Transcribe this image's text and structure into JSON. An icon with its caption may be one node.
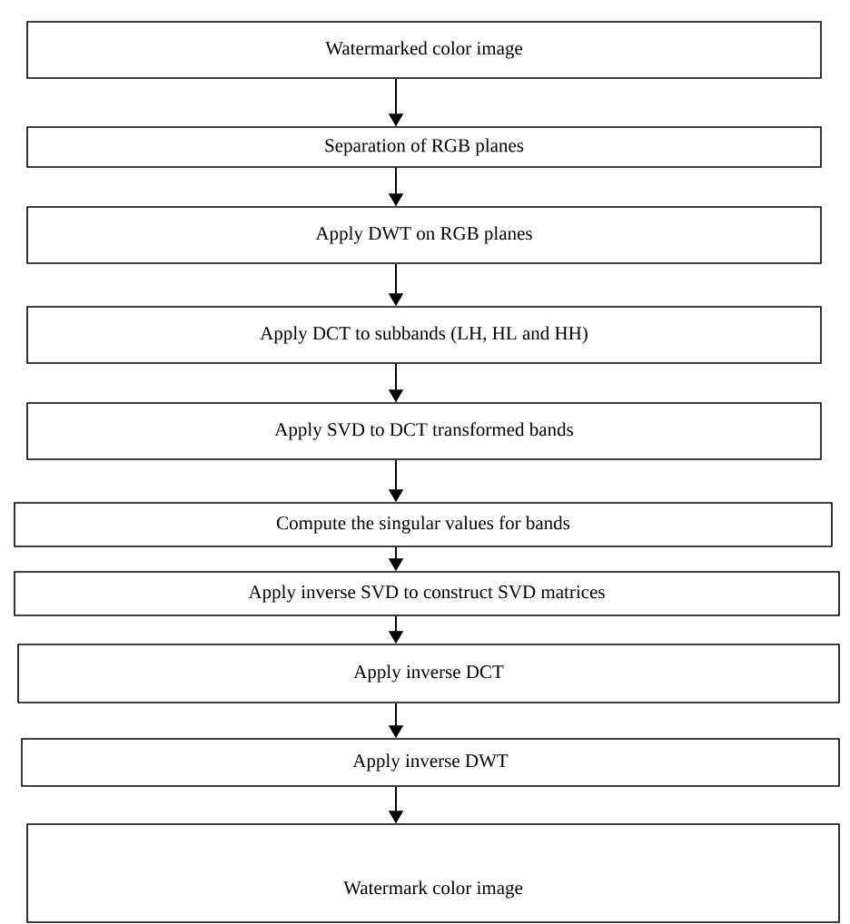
{
  "diagram": {
    "nodes": [
      {
        "text": [
          "Watermarked color image"
        ]
      },
      {
        "text": [
          "Separation of RGB planes"
        ]
      },
      {
        "text": [
          "Apply DWT on RGB planes"
        ]
      },
      {
        "text": [
          "Apply DCT to subbands (LH, HL and HH)"
        ]
      },
      {
        "text": [
          "Apply SVD to DCT transformed bands"
        ]
      },
      {
        "text": [
          "Compute the singular values for bands"
        ]
      },
      {
        "text": [
          "Apply inverse SVD to construct SVD matrices"
        ]
      },
      {
        "text": [
          "Apply inverse DCT"
        ]
      },
      {
        "text": [
          "Apply inverse DWT"
        ]
      },
      {
        "text": [
          "Watermark color image"
        ]
      }
    ],
    "edges": [
      {
        "from": 0,
        "to": 1,
        "arrow": "to"
      },
      {
        "from": 1,
        "to": 2,
        "arrow": "to"
      },
      {
        "from": 2,
        "to": 3,
        "arrow": "to"
      },
      {
        "from": 3,
        "to": 4,
        "arrow": "to"
      },
      {
        "from": 4,
        "to": 5,
        "arrow": "to"
      },
      {
        "from": 5,
        "to": 6,
        "arrow": "to"
      },
      {
        "from": 6,
        "to": 7,
        "arrow": "to"
      },
      {
        "from": 7,
        "to": 8,
        "arrow": "to"
      },
      {
        "from": 8,
        "to": 9,
        "arrow": "to"
      }
    ]
  }
}
